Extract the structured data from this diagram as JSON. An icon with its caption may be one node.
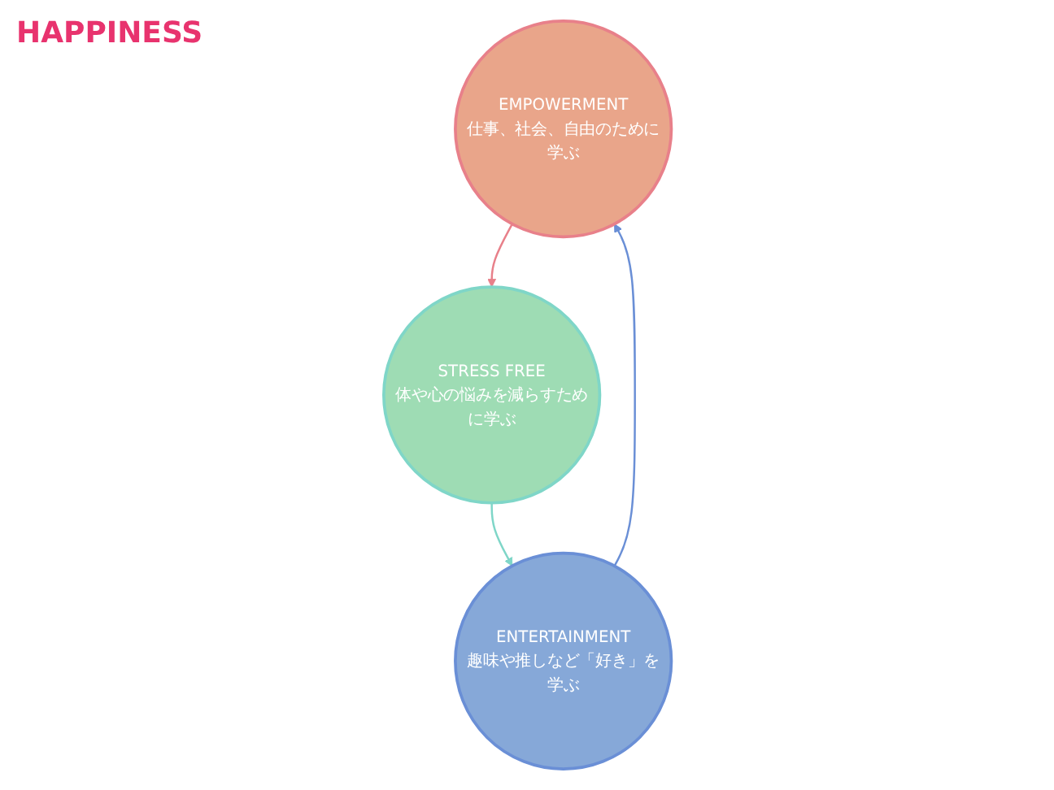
{
  "diagram": {
    "nodes": [
      {
        "text": [
          "EMPOWERMENT",
          "仕事、社会、自由のために学ぶ"
        ]
      },
      {
        "text": [
          "ENTERTAINMENT",
          "趣味や推しなど「好き」を学ぶ"
        ]
      },
      {
        "text": [
          "STRESS FREE",
          "体や心の悩みを減らすために学ぶ"
        ]
      }
    ],
    "edges": [
      {
        "from": 1,
        "to": 0,
        "arrow": "to",
        "color": "#6a8fd6"
      },
      {
        "from": 0,
        "to": 2,
        "arrow": "to",
        "color": "#e8808a"
      },
      {
        "from": 2,
        "to": 1,
        "arrow": "to",
        "color": "#7fd6c8"
      }
    ],
    "labels": [
      "HAPPINESS"
    ]
  }
}
